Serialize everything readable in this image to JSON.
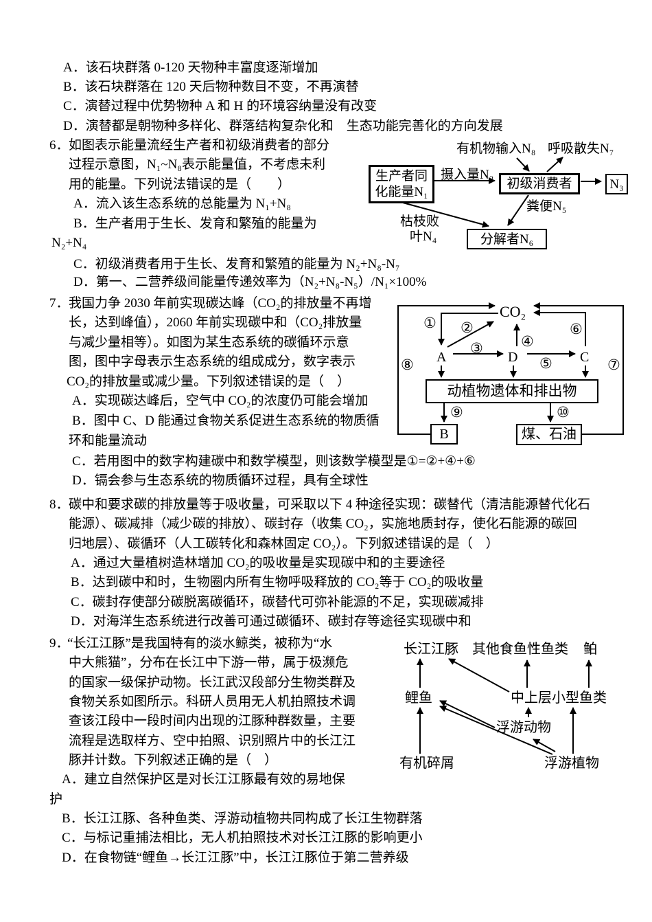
{
  "q5": {
    "options": [
      "A．该石块群落 0-120 天物种丰富度逐渐增加",
      "B．该石块群落在 120 天后物种数目不变，不再演替",
      "C．演替过程中优势物种 A 和 H 的环境容纳量没有改变",
      "D．演替都是朝物种多样化、群落结构复杂化和　生态功能完善化的方向发展"
    ]
  },
  "q6": {
    "number": "6．",
    "lines": [
      "如图表示能量流经生产者和初级消费者的部分",
      "过程示意图，N₁~N₈表示能量值，不考虑未利",
      "用的能量。下列说法错误的是（　　）",
      "A．流入该生态系统的总能量为 N₁+N₈",
      "B．生产者用于生长、发育和繁殖的能量为",
      "N₂+N₄",
      "C．初级消费者用于生长、发育和繁殖的能量为 N₂+N₈-N₇",
      "D．第一、二营养级间能量传递效率为（N₂+N₈-N₅）/N₁×100%"
    ],
    "diagram": {
      "organic_input": "有机物输入N₈",
      "respiration": "呼吸散失N₇",
      "producer_line1": "生产者同",
      "producer_line2": "化能量N₁",
      "intake": "摄入量N₂",
      "primary_consumer": "初级消费者",
      "n3": "N₃",
      "feces": "粪便N₅",
      "litter_line1": "枯枝败",
      "litter_line2": "叶N₄",
      "decomposer": "分解者N₆"
    }
  },
  "q7": {
    "number": "7．",
    "lines": [
      "我国力争 2030 年前实现碳达峰（CO₂的排放量不再增",
      "长，达到峰值），2060 年前实现碳中和（CO₂排放量",
      "与减少量相等）。如图为某生态系统的碳循环示意",
      "图，图中字母表示生态系统的组成成分，数字表示",
      "CO₂的排放量或减少量。下列叙述错误的是（　）",
      "A．实现碳达峰后，空气中 CO₂的浓度仍可能会增加",
      "B．图中 C、D 能通过食物关系促进生态系统的物质循",
      "环和能量流动",
      "C．若用图中的数字构建碳中和数学模型，则该数学模型是①=②+④+⑥",
      "D．镉会参与生态系统的物质循环过程，具有全球性"
    ],
    "diagram": {
      "co2": "CO₂",
      "a": "A",
      "b": "B",
      "c": "C",
      "d": "D",
      "remains": "动植物遗体和排出物",
      "coal": "煤、石油",
      "nums": [
        "①",
        "②",
        "③",
        "④",
        "⑤",
        "⑥",
        "⑦",
        "⑧",
        "⑨",
        "⑩"
      ]
    }
  },
  "q8": {
    "number": "8．",
    "lines": [
      "碳中和要求碳的排放量等于吸收量，可采取以下 4 种途径实现：碳替代（清洁能源替代化石",
      "能源）、碳减排（减少碳的排放）、碳封存（收集 CO₂，实施地质封存，使化石能源的碳回",
      "归地层）、碳循环（人工碳转化和森林固定 CO₂）。下列叙述错误的是（　）",
      "A．通过大量植树造林增加 CO₂的吸收量是实现碳中和的主要途径",
      "B．达到碳中和时，生物圈内所有生物呼吸释放的 CO₂等于 CO₂的吸收量",
      "C．碳封存使部分碳脱离碳循环，碳替代可弥补能源的不足，实现碳减排",
      "D．对海洋生态系统进行改善可通过碳循环、碳封存等途径实现碳中和"
    ]
  },
  "q9": {
    "number": "9．",
    "lines": [
      "“长江江豚”是我国特有的淡水鲸类，被称为“水",
      "中大熊猫”，分布在长江中下游一带，属于极濒危",
      "的国家一级保护动物。长江武汉段部分生物类群及",
      "食物关系如图所示。科研人员用无人机拍照技术调",
      "查该江段中一段时间内出现的江豚种群数量，主要",
      "流程是选取样方、空中拍照、识别照片中的长江江",
      "豚并计数。下列叙述正确的是（　）",
      "A．建立自然保护区是对长江江豚最有效的易地保",
      "护",
      "B．长江江豚、各种鱼类、浮游动植物共同构成了长江生物群落",
      "C．与标记重捕法相比，无人机拍照技术对长江江豚的影响更小",
      "D．在食物链“鲤鱼→长江江豚”中，长江江豚位于第二营养级"
    ],
    "diagram": {
      "porpoise": "长江江豚",
      "other_fish": "其他食鱼性鱼类",
      "bo": "鲌",
      "carp": "鲤鱼",
      "small_fish": "中上层小型鱼类",
      "zooplankton": "浮游动物",
      "detritus": "有机碎屑",
      "phytoplankton": "浮游植物"
    }
  }
}
